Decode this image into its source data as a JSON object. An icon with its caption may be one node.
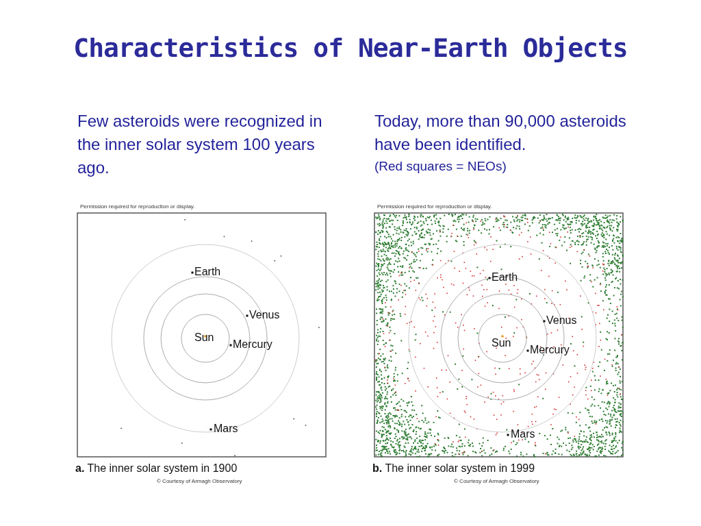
{
  "diagram": {
    "title": "Characteristics of Near-Earth Objects",
    "labels": [
      "Few asteroids were recognized in the inner solar system 100 years ago.",
      "Today, more than 90,000 asteroids have been identified.",
      "(Red squares = NEOs)",
      "Permission required for reproduction or display.",
      "Earth",
      "Venus",
      "Sun",
      "Mercury",
      "Mars",
      "**a.** The inner solar system in 1900",
      "© Courtesy of Armagh Observatory",
      "Permission required for reproduction or display.",
      "Earth",
      "Venus",
      "Sun",
      "Mercury",
      "Mars",
      "**b.** The inner solar system in 1999",
      "© Courtesy of Armagh Observatory"
    ]
  }
}
